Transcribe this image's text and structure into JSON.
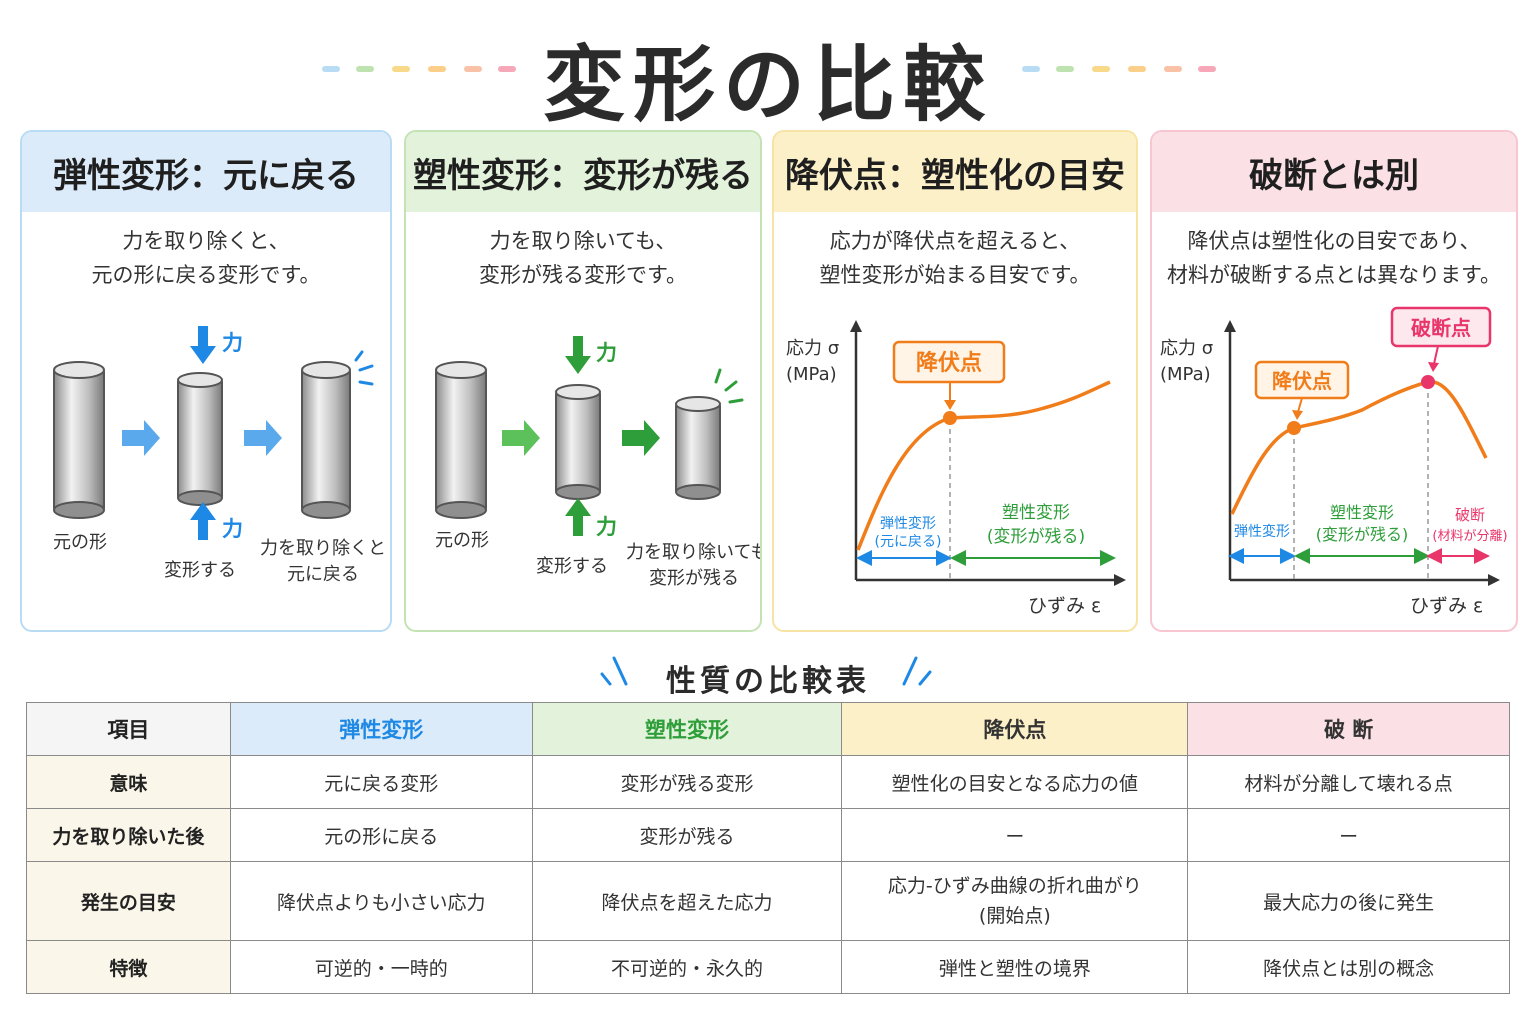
{
  "title": "変形の比較",
  "colors": {
    "blue": "#1e88e5",
    "green": "#2e9e3a",
    "orange": "#f07c1a",
    "pink": "#e8356a"
  },
  "cards": [
    {
      "header": "弾性変形：元に戻る",
      "desc1": "力を取り除くと、",
      "desc2": "元の形に戻る変形です。",
      "force_label": "力",
      "steps": [
        "元の形",
        "変形する",
        "力を取り除くと",
        "元に戻る"
      ]
    },
    {
      "header": "塑性変形：変形が残る",
      "desc1": "力を取り除いても、",
      "desc2": "変形が残る変形です。",
      "force_label": "力",
      "steps": [
        "元の形",
        "変形する",
        "力を取り除いても",
        "変形が残る"
      ]
    },
    {
      "header": "降伏点：塑性化の目安",
      "desc1": "応力が降伏点を超えると、",
      "desc2": "塑性変形が始まる目安です。",
      "ylabel1": "応力 σ",
      "ylabel2": "(MPa)",
      "xlabel": "ひずみ ε",
      "callout": "降伏点",
      "region1a": "弾性変形",
      "region1b": "(元に戻る)",
      "region2a": "塑性変形",
      "region2b": "(変形が残る)"
    },
    {
      "header": "破断とは別",
      "desc1": "降伏点は塑性化の目安であり、",
      "desc2": "材料が破断する点とは異なります。",
      "ylabel1": "応力 σ",
      "ylabel2": "(MPa)",
      "xlabel": "ひずみ ε",
      "callout1": "降伏点",
      "callout2": "破断点",
      "region1": "弾性変形",
      "region2a": "塑性変形",
      "region2b": "(変形が残る)",
      "region3a": "破断",
      "region3b": "(材料が分離)"
    }
  ],
  "section_title": "性質の比較表",
  "table": {
    "headers": [
      "項目",
      "弾性変形",
      "塑性変形",
      "降伏点",
      "破 断"
    ],
    "rows": [
      [
        "意味",
        "元に戻る変形",
        "変形が残る変形",
        "塑性化の目安となる応力の値",
        "材料が分離して壊れる点"
      ],
      [
        "力を取り除いた後",
        "元の形に戻る",
        "変形が残る",
        "ー",
        "ー"
      ],
      [
        "発生の目安",
        "降伏点よりも小さい応力",
        "降伏点を超えた応力",
        "応力-ひずみ曲線の折れ曲がり",
        "最大応力の後に発生"
      ],
      [
        "特徴",
        "可逆的・一時的",
        "不可逆的・永久的",
        "弾性と塑性の境界",
        "降伏点とは別の概念"
      ]
    ],
    "yield_sub": "(開始点)"
  }
}
